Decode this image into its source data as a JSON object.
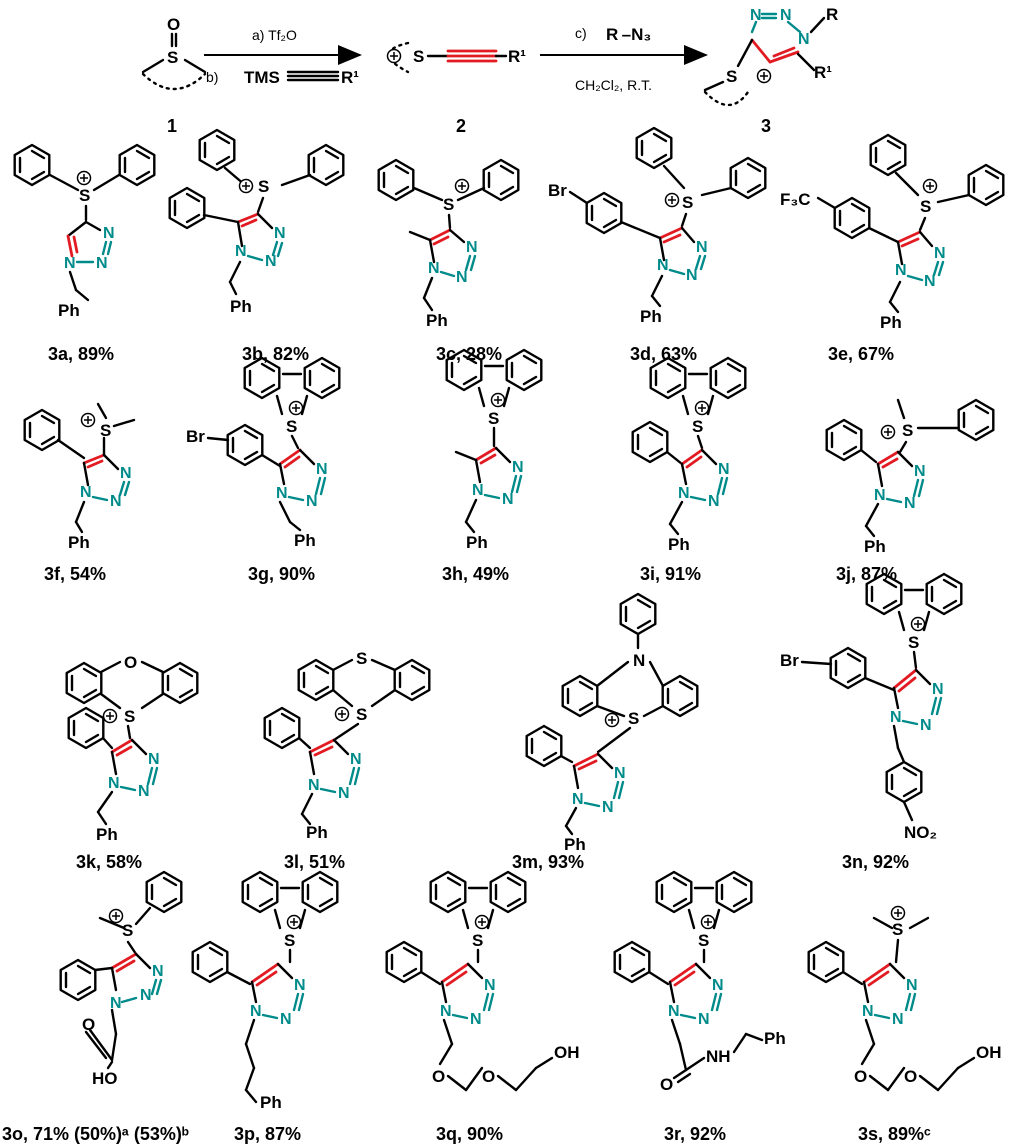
{
  "scheme": {
    "reagents": {
      "step_a": "a) Tf₂O",
      "step_b_prefix": "b)",
      "step_b_reagent": "TMS",
      "r1": "R¹",
      "step_c": "c)",
      "azide": "R –N₃",
      "solvent": "CH₂Cl₂, R.T.",
      "sulfoxide_o": "O",
      "s_atom": "S",
      "r_group": "R"
    },
    "compound_numbers": [
      "1",
      "2",
      "3"
    ]
  },
  "atoms": {
    "S": "S",
    "N": "N",
    "O": "O",
    "Ph": "Ph",
    "Br": "Br",
    "F3C": "F₃C",
    "OH": "OH",
    "HO": "HO",
    "NH": "NH",
    "NO2": "NO₂"
  },
  "compounds": [
    {
      "id": "3a",
      "label": "3a, 89%"
    },
    {
      "id": "3b",
      "label": "3b, 82%"
    },
    {
      "id": "3c",
      "label": "3c, 28%"
    },
    {
      "id": "3d",
      "label": "3d, 63%"
    },
    {
      "id": "3e",
      "label": "3e, 67%"
    },
    {
      "id": "3f",
      "label": "3f, 54%"
    },
    {
      "id": "3g",
      "label": "3g, 90%"
    },
    {
      "id": "3h",
      "label": "3h, 49%"
    },
    {
      "id": "3i",
      "label": "3i, 91%"
    },
    {
      "id": "3j",
      "label": "3j, 87%"
    },
    {
      "id": "3k",
      "label": "3k, 58%"
    },
    {
      "id": "3l",
      "label": "3l, 51%"
    },
    {
      "id": "3m",
      "label": "3m, 93%"
    },
    {
      "id": "3n",
      "label": "3n, 92%"
    },
    {
      "id": "3o",
      "label": "3o, 71% (50%)ᵃ (53%)ᵇ"
    },
    {
      "id": "3p",
      "label": "3p, 87%"
    },
    {
      "id": "3q",
      "label": "3q, 90%"
    },
    {
      "id": "3r",
      "label": "3r, 92%"
    },
    {
      "id": "3s",
      "label": "3s, 89%ᶜ"
    }
  ]
}
